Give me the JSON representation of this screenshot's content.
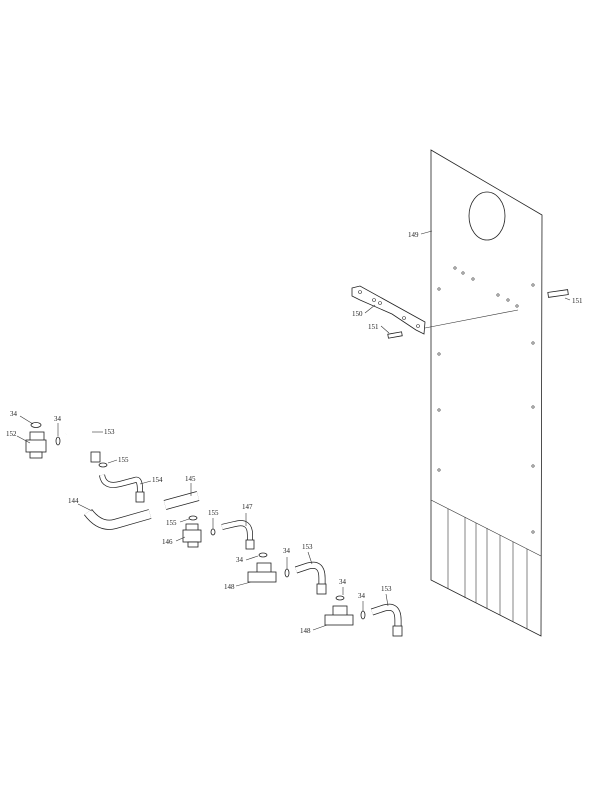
{
  "labels": {
    "l34a": "34",
    "l34b": "34",
    "l152": "152",
    "l153a": "153",
    "l155a": "155",
    "l154": "154",
    "l145": "145",
    "l144": "144",
    "l155b": "155",
    "l155c": "155",
    "l147": "147",
    "l146": "146",
    "l34c": "34",
    "l34d": "34",
    "l153b": "153",
    "l148a": "148",
    "l34e": "34",
    "l34f": "34",
    "l153c": "153",
    "l148b": "148",
    "l149": "149",
    "l150": "150",
    "l151a": "151",
    "l151b": "151"
  }
}
